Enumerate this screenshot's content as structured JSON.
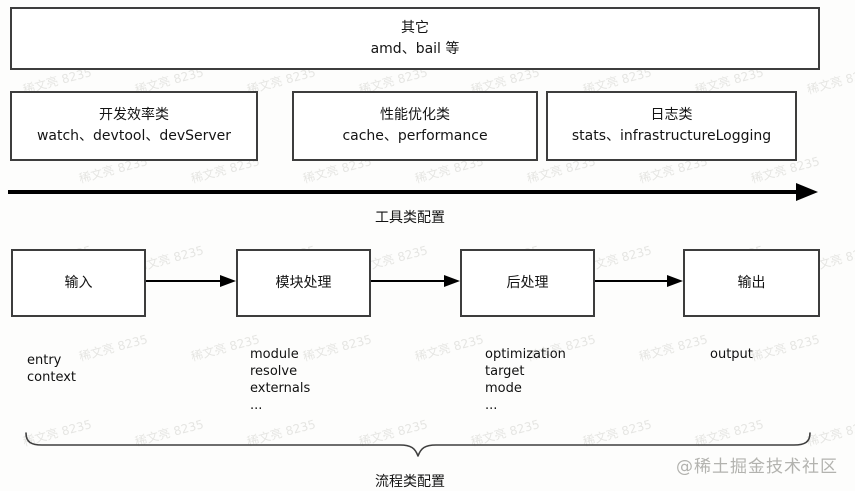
{
  "diagram": {
    "other_box": {
      "title": "其它",
      "subtitle": "amd、bail 等"
    },
    "tool_boxes": [
      {
        "title": "开发效率类",
        "subtitle": "watch、devtool、devServer"
      },
      {
        "title": "性能优化类",
        "subtitle": "cache、performance"
      },
      {
        "title": "日志类",
        "subtitle": "stats、infrastructureLogging"
      }
    ],
    "tool_axis_label": "工具类配置",
    "flow_nodes": [
      {
        "label": "输入",
        "props": [
          "entry",
          "context"
        ]
      },
      {
        "label": "模块处理",
        "props": [
          "module",
          "resolve",
          "externals",
          "..."
        ]
      },
      {
        "label": "后处理",
        "props": [
          "optimization",
          "target",
          "mode",
          "..."
        ]
      },
      {
        "label": "输出",
        "props": [
          "output"
        ]
      }
    ],
    "flow_brace_label": "流程类配置"
  },
  "watermark": {
    "site": "@稀土掘金技术社区",
    "tile": "稀文亮 8235"
  },
  "colors": {
    "border": "#3d3d3d",
    "arrow": "#000000",
    "watermark_gray": "#b3b3af",
    "background": "#fdfdfc"
  }
}
